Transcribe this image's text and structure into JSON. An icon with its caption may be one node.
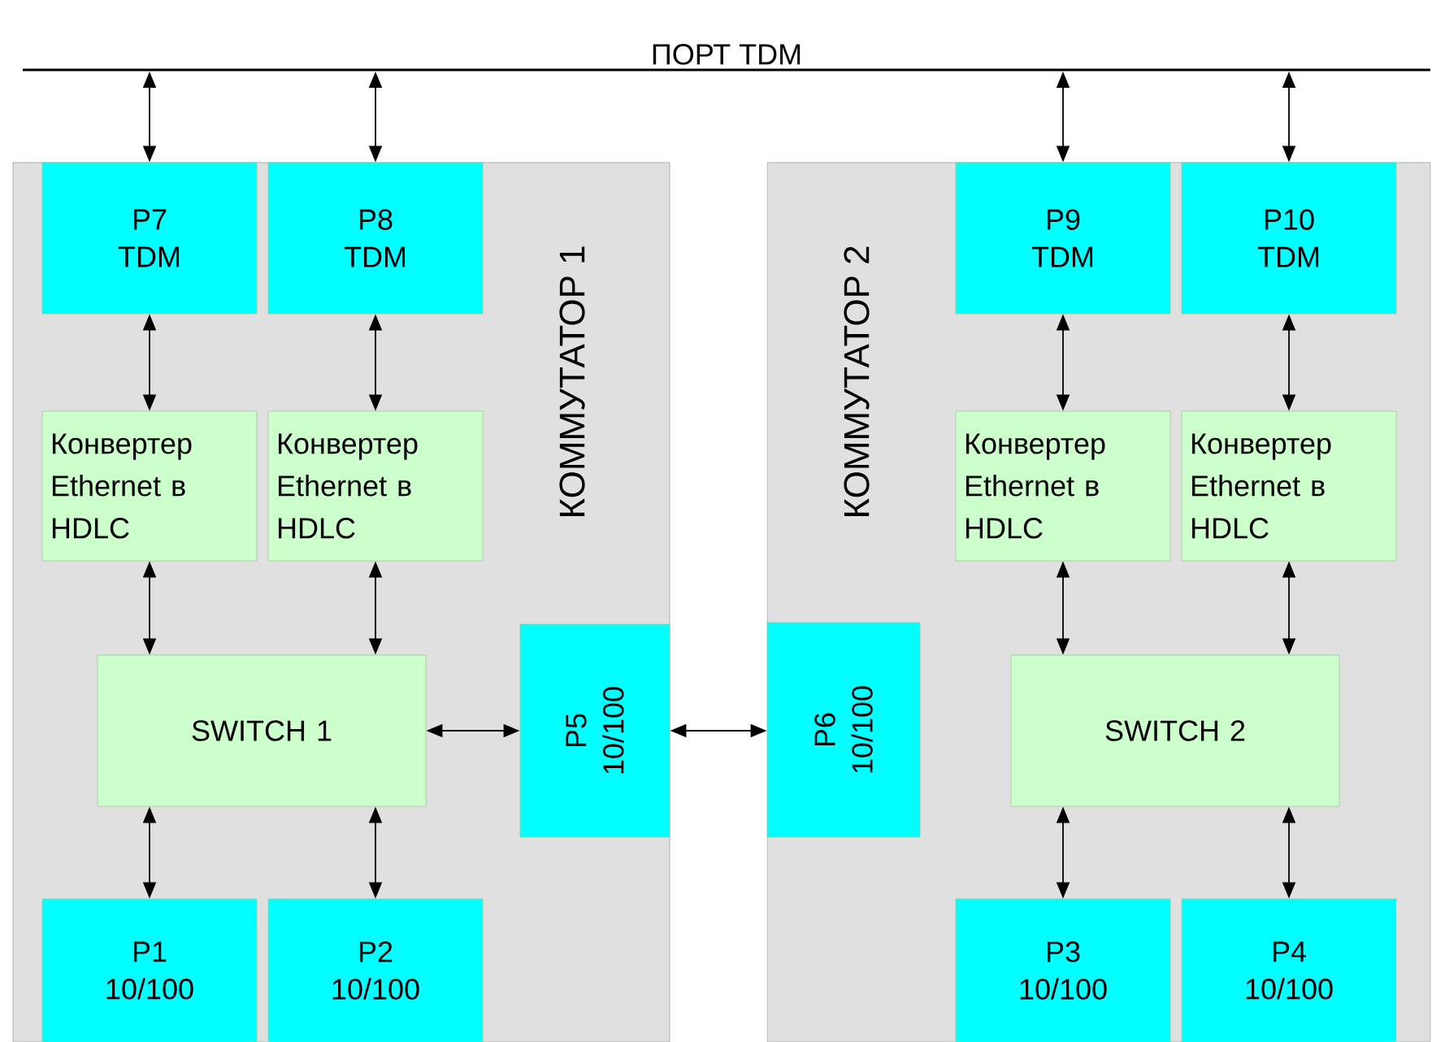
{
  "diagram": {
    "nodes": [
      {
        "text": [
          "ПОРТ TDM"
        ]
      },
      {
        "text": [
          "КОММУТАТОР 1"
        ]
      },
      {
        "text": [
          "P7 TDM"
        ],
        "in": 1
      },
      {
        "text": [
          "P8 TDM"
        ],
        "in": 1
      },
      {
        "text": [
          "Конвертер Ethernet в HDLC"
        ],
        "in": 1
      },
      {
        "text": [
          "Конвертер Ethernet в HDLC"
        ],
        "in": 1
      },
      {
        "text": [
          "SWITCH 1"
        ],
        "in": 1
      },
      {
        "text": [
          "P5 10/100"
        ],
        "in": 1
      },
      {
        "text": [
          "P1 10/100"
        ],
        "in": 1
      },
      {
        "text": [
          "P2 10/100"
        ],
        "in": 1
      },
      {
        "text": [
          "КОММУТАТОР 2"
        ]
      },
      {
        "text": [
          "P6 10/100"
        ],
        "in": 10
      },
      {
        "text": [
          "P9 TDM"
        ],
        "in": 10
      },
      {
        "text": [
          "P10 TDM"
        ],
        "in": 10
      },
      {
        "text": [
          "Конвертер Ethernet в HDLC"
        ],
        "in": 10
      },
      {
        "text": [
          "Конвертер Ethernet в HDLC"
        ],
        "in": 10
      },
      {
        "text": [
          "SWITCH 2"
        ],
        "in": 10
      },
      {
        "text": [
          "P3 10/100"
        ],
        "in": 10
      },
      {
        "text": [
          "P4 10/100"
        ],
        "in": 10
      }
    ],
    "edges": [
      {
        "from": 0,
        "to": 2,
        "arrow": "both"
      },
      {
        "from": 0,
        "to": 3,
        "arrow": "both"
      },
      {
        "from": 0,
        "to": 12,
        "arrow": "both"
      },
      {
        "from": 0,
        "to": 13,
        "arrow": "both"
      },
      {
        "from": 2,
        "to": 4,
        "arrow": "both"
      },
      {
        "from": 3,
        "to": 5,
        "arrow": "both"
      },
      {
        "from": 4,
        "to": 6,
        "arrow": "both"
      },
      {
        "from": 5,
        "to": 6,
        "arrow": "both"
      },
      {
        "from": 6,
        "to": 8,
        "arrow": "both"
      },
      {
        "from": 6,
        "to": 9,
        "arrow": "both"
      },
      {
        "from": 6,
        "to": 7,
        "arrow": "both"
      },
      {
        "from": 7,
        "to": 11,
        "arrow": "both"
      },
      {
        "from": 12,
        "to": 14,
        "arrow": "both"
      },
      {
        "from": 13,
        "to": 15,
        "arrow": "both"
      },
      {
        "from": 14,
        "to": 16,
        "arrow": "both"
      },
      {
        "from": 15,
        "to": 16,
        "arrow": "both"
      },
      {
        "from": 16,
        "to": 17,
        "arrow": "both"
      },
      {
        "from": 16,
        "to": 18,
        "arrow": "both"
      }
    ]
  }
}
